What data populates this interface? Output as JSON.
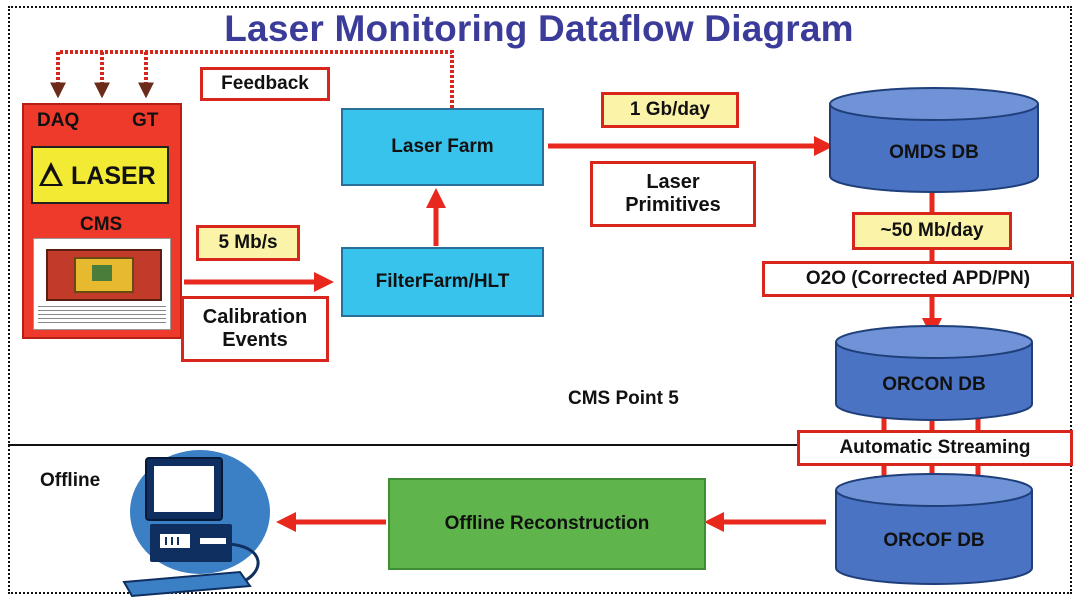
{
  "title": "Laser Monitoring Dataflow Diagram",
  "source_panel": {
    "daq": "DAQ",
    "gt": "GT",
    "laser": "LASER",
    "cms": "CMS"
  },
  "labels": {
    "feedback": "Feedback",
    "rate_5mb": "5 Mb/s",
    "calibration_events": "Calibration Events",
    "rate_1gb": "1 Gb/day",
    "laser_primitives": "Laser Primitives",
    "rate_50mb": "~50 Mb/day",
    "o2o": "O2O (Corrected APD/PN)",
    "automatic_streaming": "Automatic Streaming",
    "cms_point5": "CMS Point 5",
    "offline": "Offline"
  },
  "processes": {
    "laser_farm": "Laser Farm",
    "filter_farm": "FilterFarm/HLT",
    "offline_reco": "Offline Reconstruction"
  },
  "databases": {
    "omds": "OMDS DB",
    "orcon": "ORCON DB",
    "orcof": "ORCOF DB"
  },
  "colors": {
    "title": "#3b3b9a",
    "arrow": "#e8281c",
    "process": "#38c3ec",
    "database": "#4a73c4",
    "offline": "#5fb54c",
    "label_fill": "#fbf3a8"
  }
}
